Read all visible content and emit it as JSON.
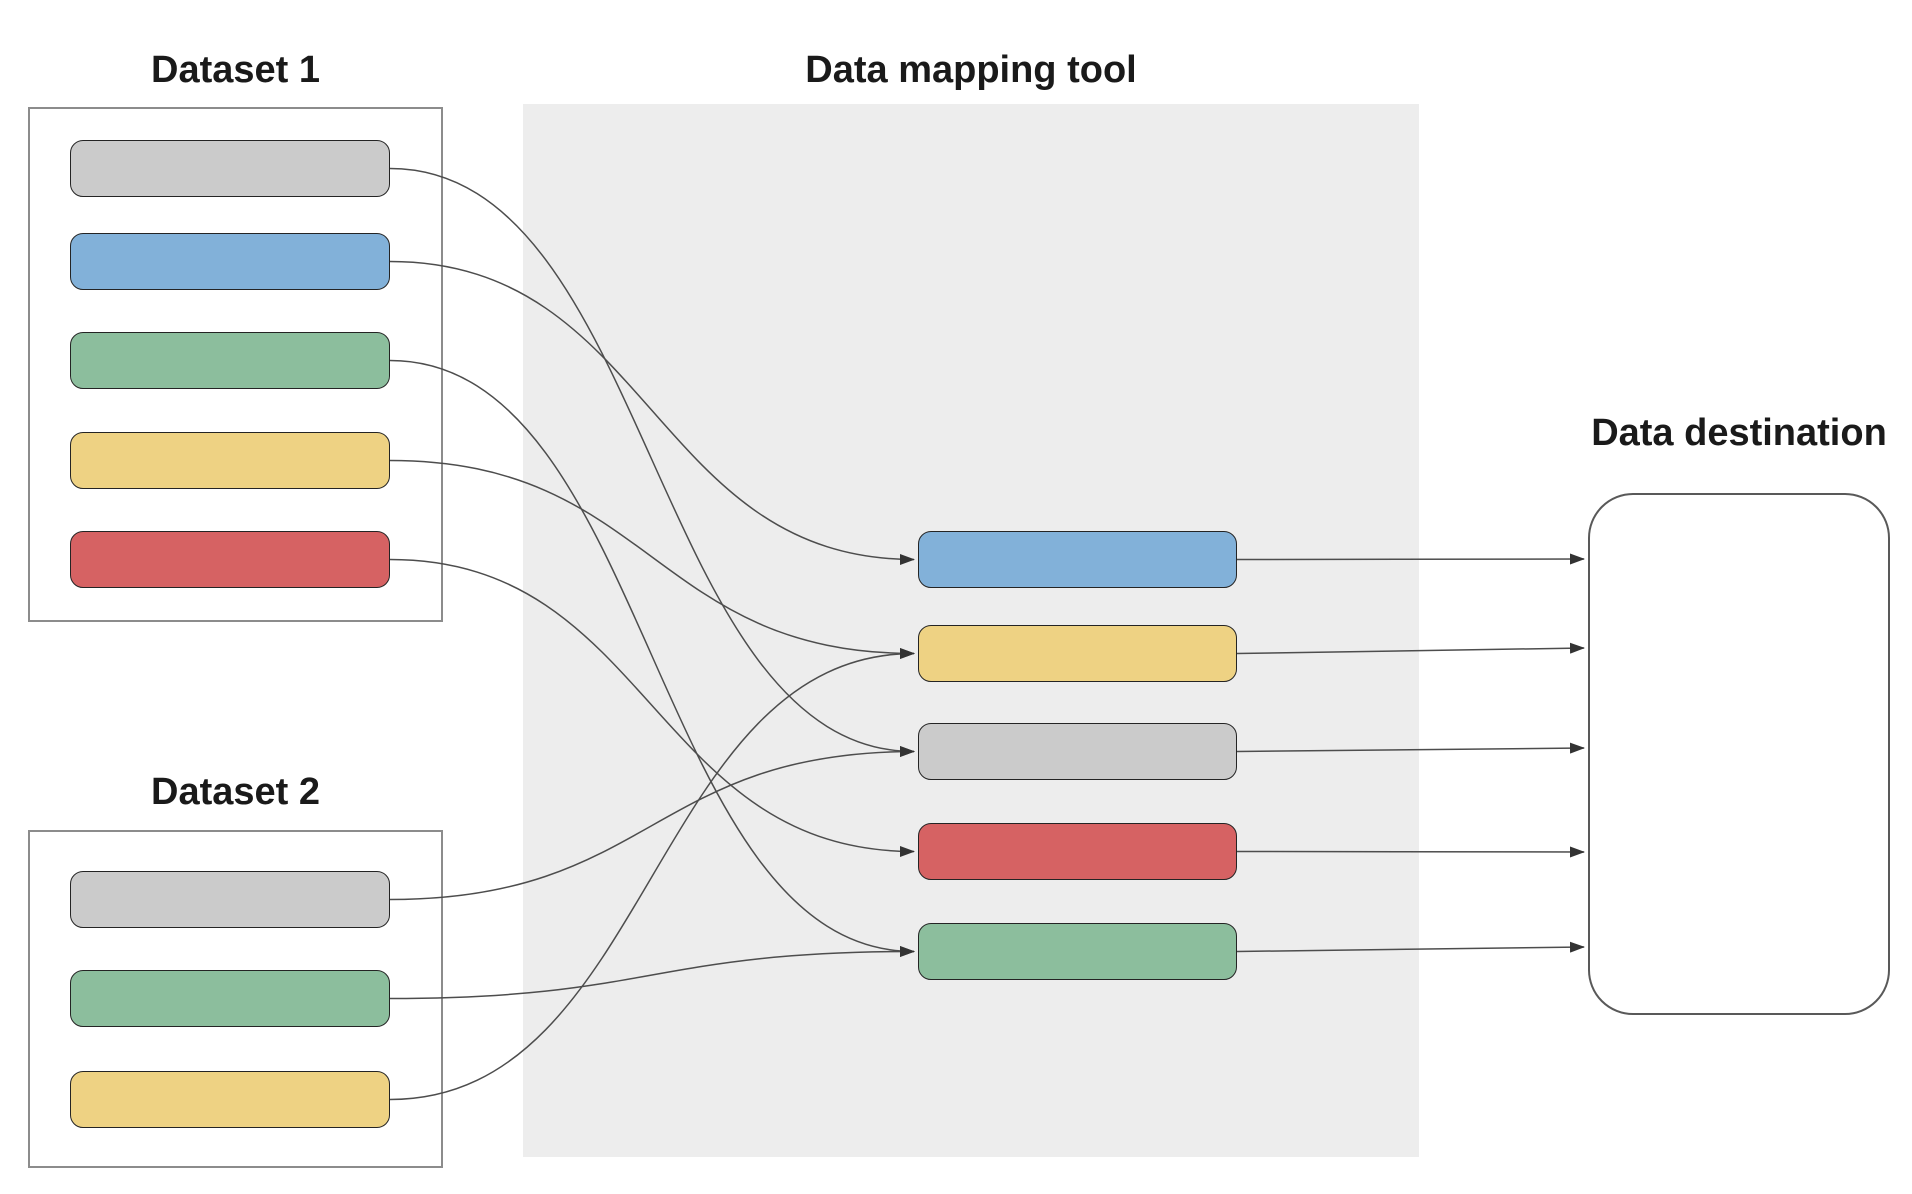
{
  "dataset1": {
    "title": "Dataset 1",
    "fields": [
      "gray",
      "blue",
      "green",
      "yellow",
      "red"
    ]
  },
  "dataset2": {
    "title": "Dataset 2",
    "fields": [
      "gray",
      "green",
      "yellow"
    ]
  },
  "mapping_tool": {
    "title": "Data mapping tool",
    "fields": [
      "blue",
      "yellow",
      "gray",
      "red",
      "green"
    ]
  },
  "destination": {
    "title": "Data destination"
  },
  "mappings": [
    {
      "source": "dataset1",
      "field": "gray",
      "target": "gray"
    },
    {
      "source": "dataset1",
      "field": "blue",
      "target": "blue"
    },
    {
      "source": "dataset1",
      "field": "green",
      "target": "green"
    },
    {
      "source": "dataset1",
      "field": "yellow",
      "target": "yellow"
    },
    {
      "source": "dataset1",
      "field": "red",
      "target": "red"
    },
    {
      "source": "dataset2",
      "field": "gray",
      "target": "gray"
    },
    {
      "source": "dataset2",
      "field": "green",
      "target": "green"
    },
    {
      "source": "dataset2",
      "field": "yellow",
      "target": "yellow"
    }
  ],
  "destination_links": [
    "blue",
    "yellow",
    "gray",
    "red",
    "green"
  ],
  "colors": {
    "gray": "#cbcbcb",
    "blue": "#82b1d9",
    "green": "#8cbe9d",
    "yellow": "#eed283",
    "red": "#d66263",
    "panel": "#ededed",
    "connector": "#4d4d4d",
    "arrowhead": "#333333",
    "pill_border": "#242424"
  }
}
